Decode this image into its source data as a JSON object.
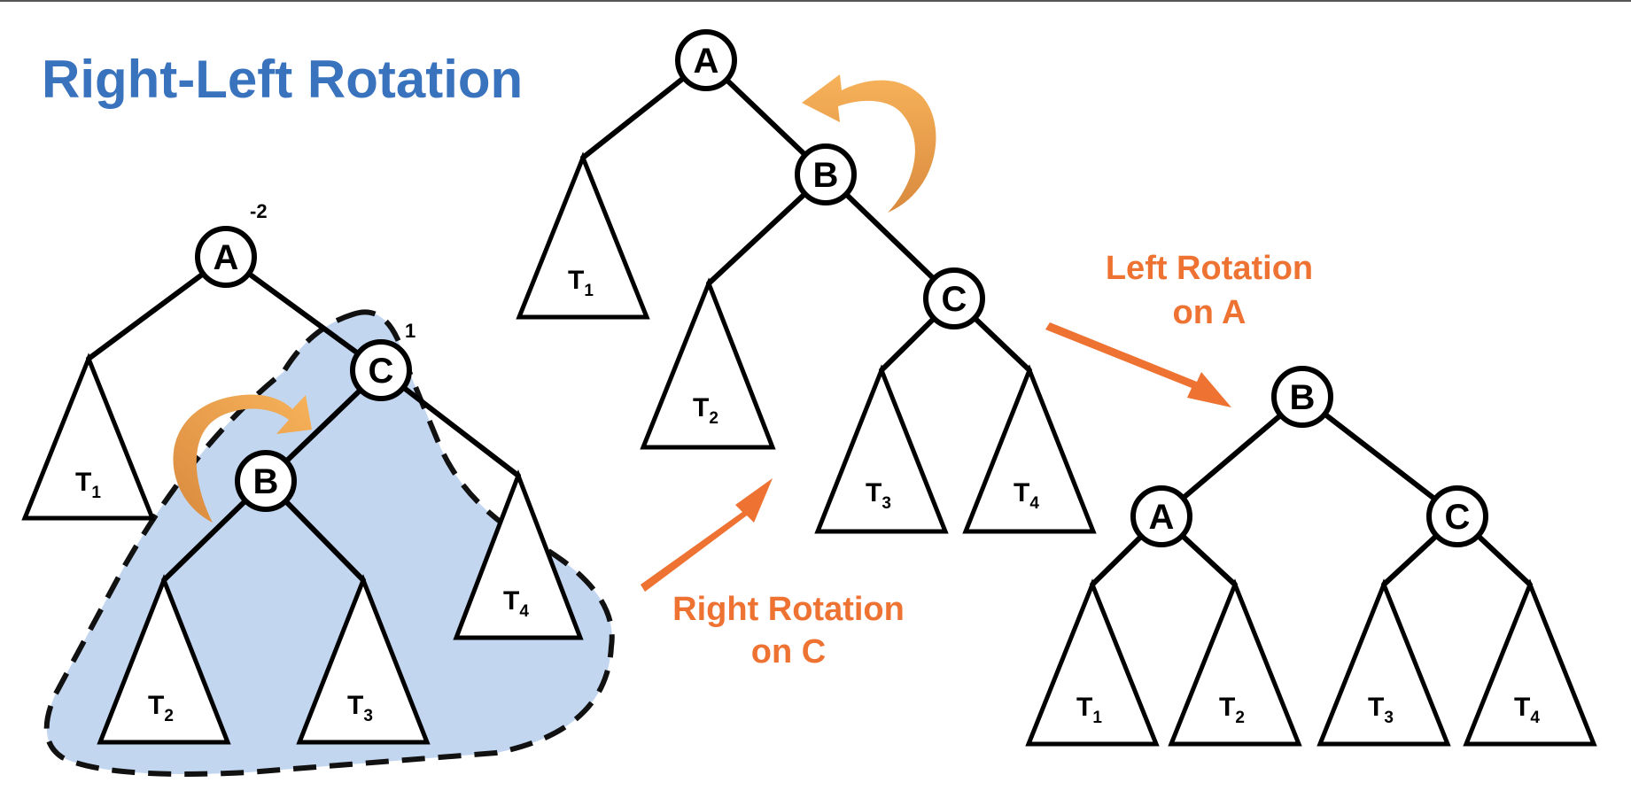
{
  "title": "Right-Left Rotation",
  "colors": {
    "title": "#3a73bd",
    "caption": "#ee7232",
    "arrow": "#ee7232",
    "curved_arrow": "#f3a04b",
    "highlight": "#c3d6f0"
  },
  "trees": {
    "tree1": {
      "nodes": {
        "A": "A",
        "C": "C",
        "B": "B"
      },
      "balance": {
        "A": "-2",
        "C": "1"
      },
      "subtrees": [
        {
          "label": "T",
          "sub": "1"
        },
        {
          "label": "T",
          "sub": "4"
        },
        {
          "label": "T",
          "sub": "2"
        },
        {
          "label": "T",
          "sub": "3"
        }
      ]
    },
    "tree2": {
      "nodes": {
        "A": "A",
        "B": "B",
        "C": "C"
      },
      "subtrees": [
        {
          "label": "T",
          "sub": "1"
        },
        {
          "label": "T",
          "sub": "2"
        },
        {
          "label": "T",
          "sub": "3"
        },
        {
          "label": "T",
          "sub": "4"
        }
      ]
    },
    "tree3": {
      "nodes": {
        "B": "B",
        "A": "A",
        "C": "C"
      },
      "subtrees": [
        {
          "label": "T",
          "sub": "1"
        },
        {
          "label": "T",
          "sub": "2"
        },
        {
          "label": "T",
          "sub": "3"
        },
        {
          "label": "T",
          "sub": "4"
        }
      ]
    }
  },
  "captions": {
    "right_rotation": {
      "line1": "Right Rotation",
      "line2": "on C"
    },
    "left_rotation": {
      "line1": "Left Rotation",
      "line2": "on A"
    }
  }
}
